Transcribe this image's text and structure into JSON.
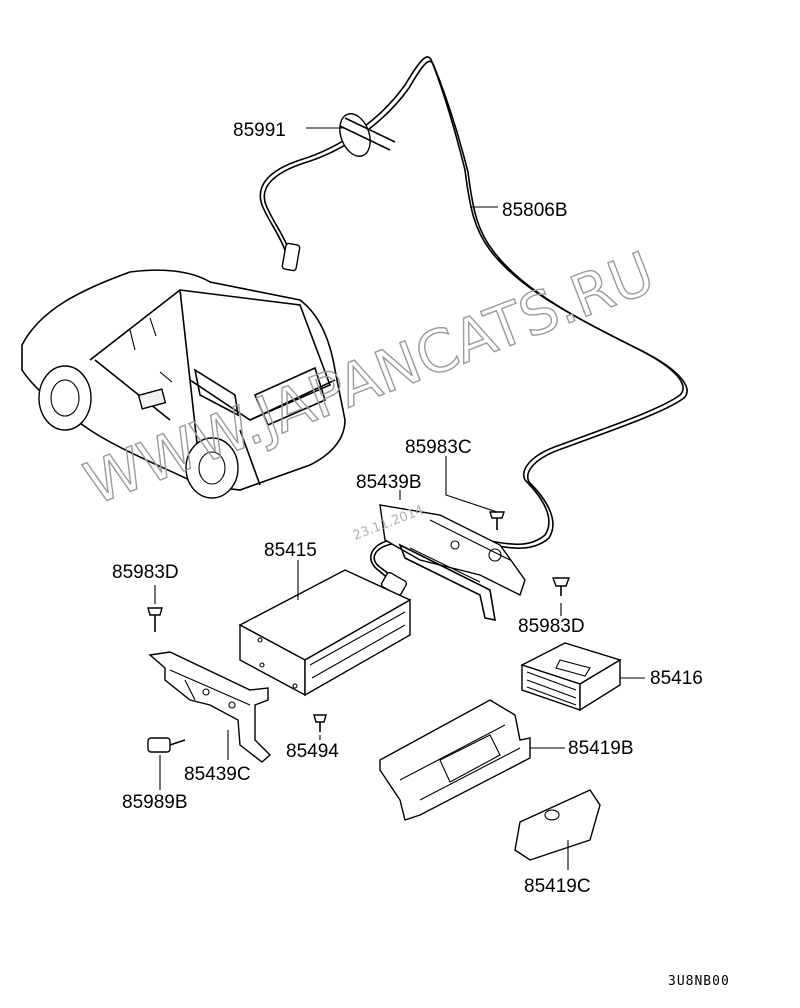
{
  "labels": {
    "cable_main": "85806B",
    "clamp": "85991",
    "screw_top": "85983C",
    "bracket_top": "85439B",
    "changer": "85415",
    "screw_right": "85983D",
    "magazine": "85416",
    "cover": "85419B",
    "lid": "85419C",
    "screw_left": "85983D",
    "bracket_left": "85439C",
    "bolt_small": "85494",
    "bolt_left": "85989B"
  },
  "watermark": {
    "text": "WWW.JAPANCATS.RU",
    "date": "23.11.2014"
  },
  "diagram_code": "3U8NB00"
}
